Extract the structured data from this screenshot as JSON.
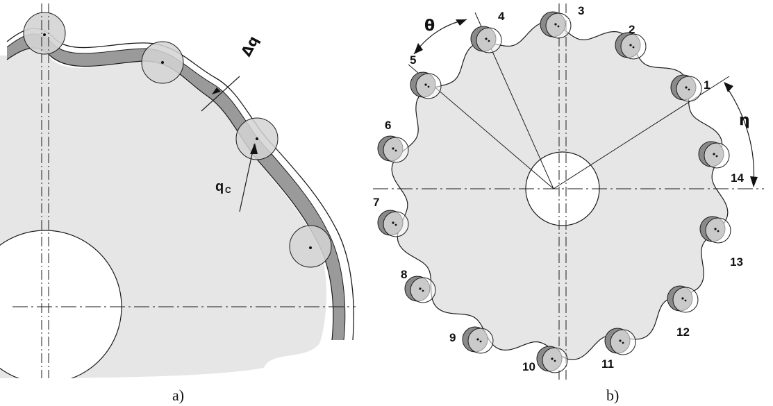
{
  "panel_a": {
    "caption": "a)",
    "label_dq": "Δq",
    "label_qc_main": "q",
    "label_qc_sub": "C"
  },
  "panel_b": {
    "caption": "b)",
    "label_theta": "θ",
    "label_eta": "η",
    "roller_labels": [
      "1",
      "2",
      "3",
      "4",
      "5",
      "6",
      "7",
      "8",
      "9",
      "10",
      "11",
      "12",
      "13",
      "14"
    ]
  },
  "colors": {
    "body_fill": "#e6e6e6",
    "band_dark": "#9a9a9a",
    "roller_fill": "#d4d4d4",
    "roller_dark": "#8a8a8a",
    "line": "#1a1a1a"
  }
}
